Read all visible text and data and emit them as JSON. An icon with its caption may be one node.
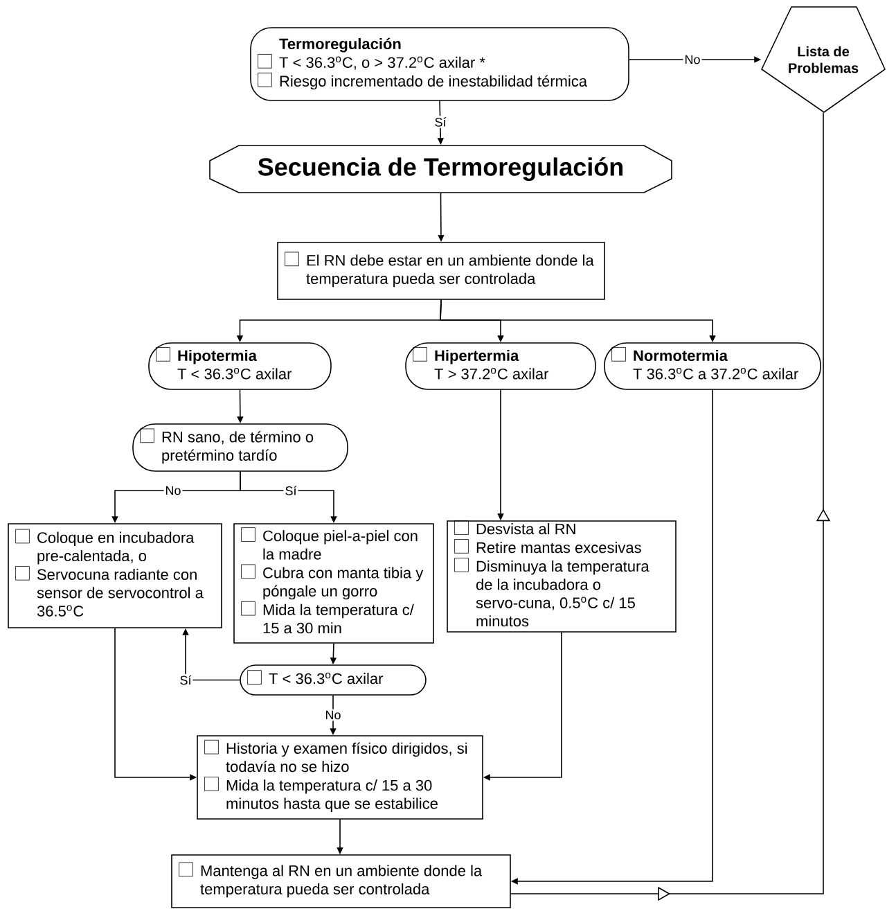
{
  "diagram": {
    "nodes": [
      {
        "text": [
          "Termoregulación",
          "T < 36.3$^{o}$C, o > 37.2$^{o}$C axilar *",
          "Riesgo incrementado de inestabilidad térmica"
        ]
      },
      {
        "text": [
          "Lista de Problemas"
        ]
      },
      {
        "text": [
          "Secuencia de Termoregulación"
        ]
      },
      {
        "text": [
          "El RN debe estar en un ambiente donde la temperatura pueda ser controlada"
        ]
      },
      {
        "text": [
          "Hipotermia",
          "T < 36.3$^{o}$C axilar"
        ]
      },
      {
        "text": [
          "Hipertermia",
          "T > 37.2$^{o}$C axilar"
        ]
      },
      {
        "text": [
          "Normotermia",
          "T 36.3$^{o}$C a 37.2$^{o}$C axilar"
        ]
      },
      {
        "text": [
          "RN sano, de término o pretérmino tardío"
        ]
      },
      {
        "text": [
          "Coloque en incubadora pre-calentada, o",
          "Servocuna radiante con sensor de servocontrol a 36.5$^{o}$C"
        ]
      },
      {
        "text": [
          "Coloque piel-a-piel con la madre",
          "Cubra con manta tibia y póngale un gorro",
          "Mida la temperatura c/ 15 a 30 min"
        ]
      },
      {
        "text": [
          "Desvista al RN",
          "Retire mantas excesivas",
          "Disminuya la temperatura de la incubadora o servo-cuna, 0.5$^{o}$C c/ 15 minutos"
        ]
      },
      {
        "text": [
          "T < 36.3$^{o}$C axilar"
        ]
      },
      {
        "text": [
          "Historia y examen físico dirigidos, si todavía no se hizo",
          "Mida la temperatura c/ 15 a 30 minutos hasta que se estabilice"
        ]
      },
      {
        "text": [
          "Mantenga al RN en un ambiente donde la temperatura pueda ser controlada"
        ]
      }
    ],
    "edges": [
      {
        "from": 0,
        "to": 1,
        "arrow": "to",
        "label": "No"
      },
      {
        "from": 0,
        "to": 2,
        "arrow": "to",
        "label": "Sí"
      },
      {
        "from": 2,
        "to": 3,
        "arrow": "to"
      },
      {
        "from": 3,
        "to": 4,
        "arrow": "to"
      },
      {
        "from": 3,
        "to": 5,
        "arrow": "to"
      },
      {
        "from": 3,
        "to": 6,
        "arrow": "to"
      },
      {
        "from": 4,
        "to": 7,
        "arrow": "to"
      },
      {
        "from": 7,
        "to": 8,
        "arrow": "to",
        "label": "No"
      },
      {
        "from": 7,
        "to": 9,
        "arrow": "to",
        "label": "Sí"
      },
      {
        "from": 5,
        "to": 10,
        "arrow": "to"
      },
      {
        "from": 9,
        "to": 11,
        "arrow": "to"
      },
      {
        "from": 11,
        "to": 8,
        "arrow": "to",
        "label": "Sí"
      },
      {
        "from": 11,
        "to": 12,
        "arrow": "to",
        "label": "No"
      },
      {
        "from": 8,
        "to": 12,
        "arrow": "to"
      },
      {
        "from": 10,
        "to": 12,
        "arrow": "to"
      },
      {
        "from": 12,
        "to": 13,
        "arrow": "to"
      },
      {
        "from": 6,
        "to": 13,
        "arrow": "to"
      },
      {
        "from": 13,
        "to": 1,
        "arrow": "to"
      }
    ]
  }
}
